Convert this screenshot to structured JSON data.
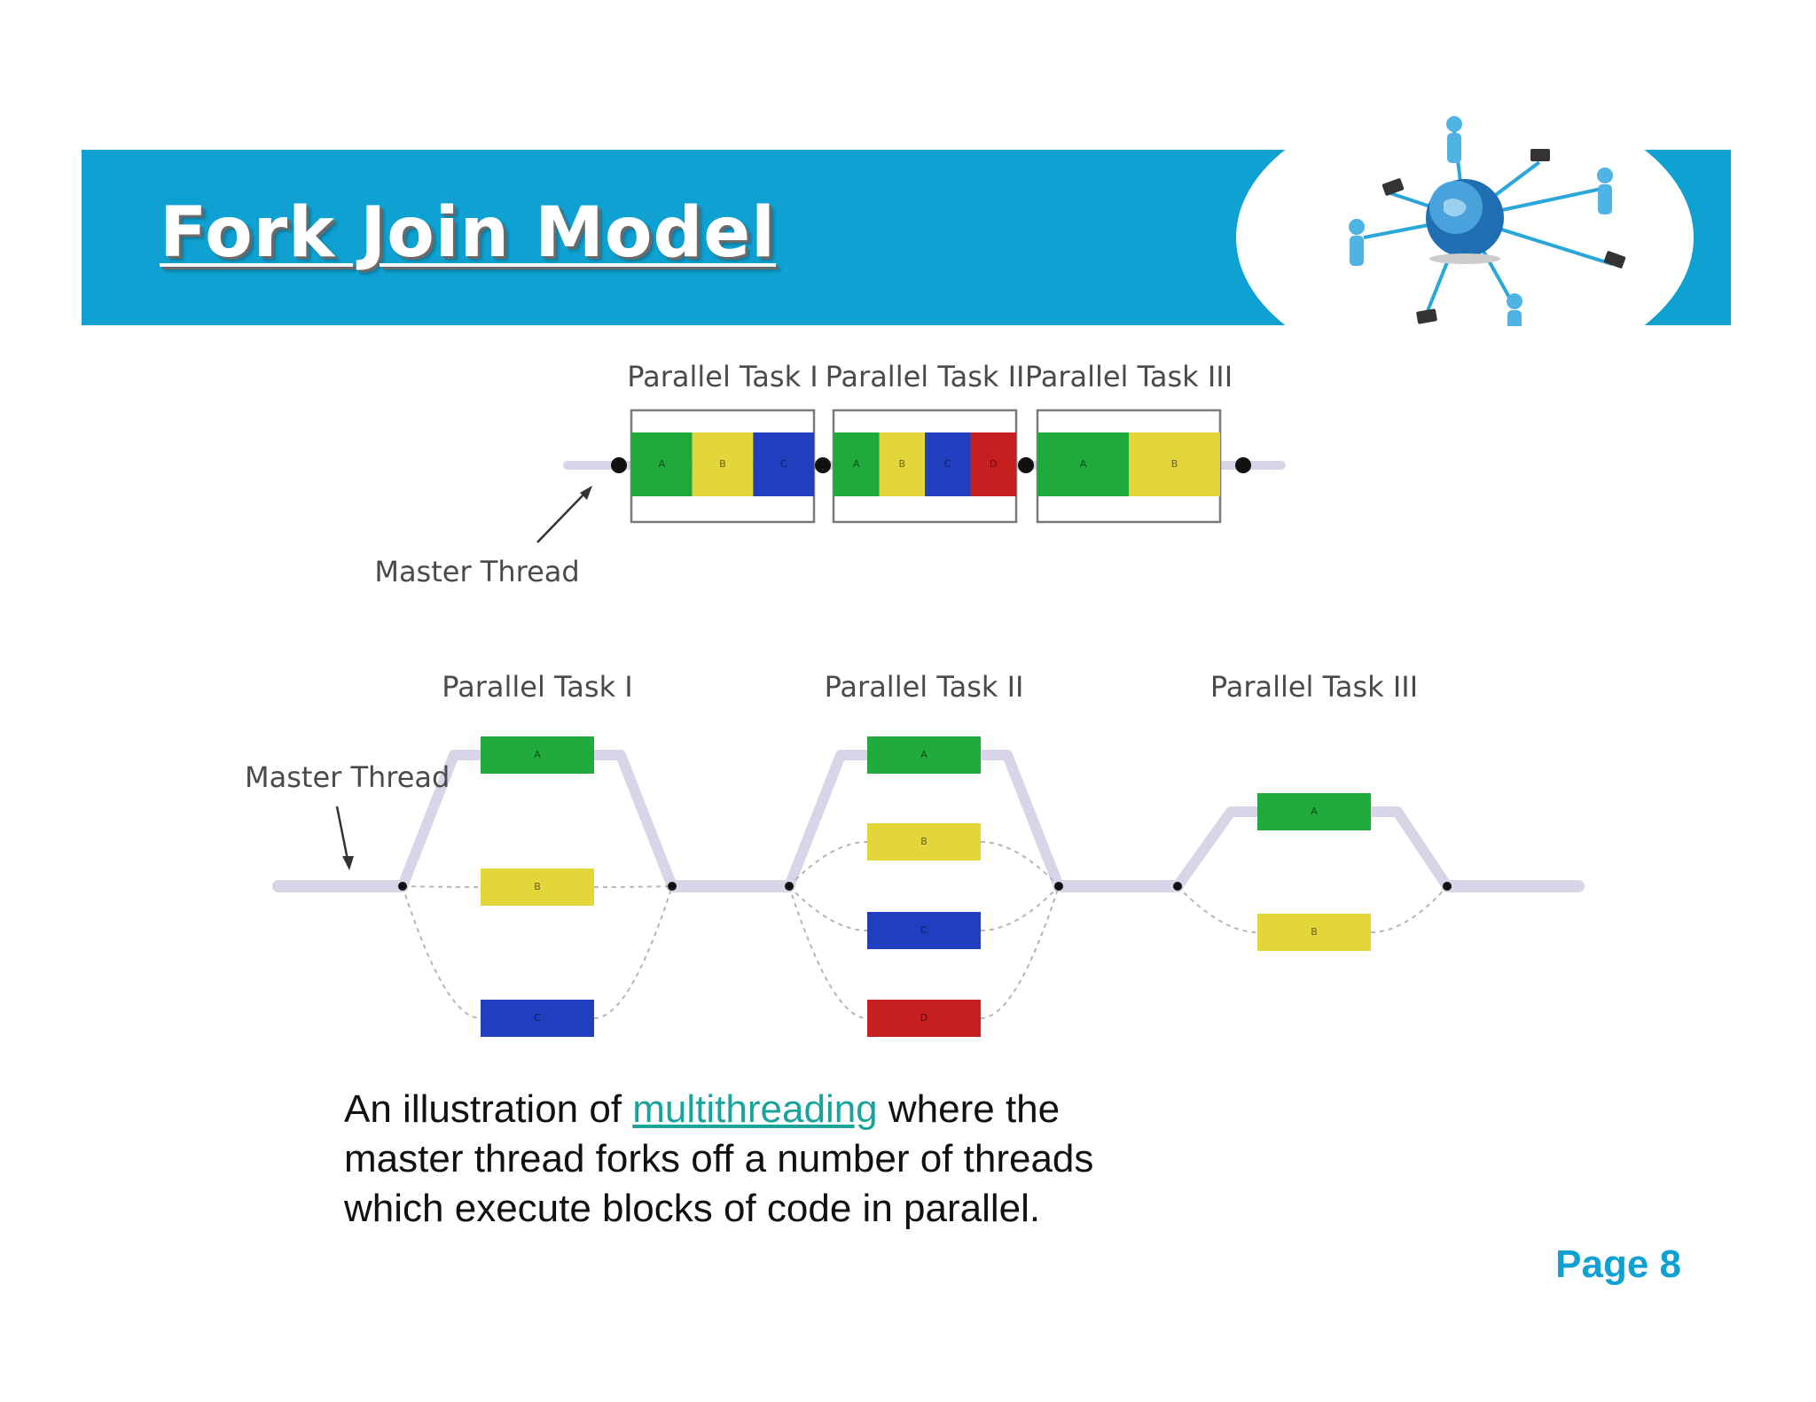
{
  "header": {
    "title": "Fork Join Model",
    "banner_color": "#0ea1d1",
    "graphic_icon": "network-globe-icon"
  },
  "diagram": {
    "colors": {
      "A": "#1faa3b",
      "B": "#e2d63a",
      "C": "#1f3fbf",
      "D": "#c61f1f",
      "thread": "#d6d6e8",
      "node": "#111111"
    },
    "sequential": {
      "master_label": "Master Thread",
      "tasks": [
        {
          "label": "Parallel Task I",
          "blocks": [
            "A",
            "B",
            "C"
          ]
        },
        {
          "label": "Parallel Task II",
          "blocks": [
            "A",
            "B",
            "C",
            "D"
          ]
        },
        {
          "label": "Parallel Task III",
          "blocks": [
            "A",
            "B"
          ]
        }
      ]
    },
    "forkjoin": {
      "master_label": "Master Thread",
      "tasks": [
        {
          "label": "Parallel Task I",
          "threads": [
            "A",
            "B",
            "C"
          ]
        },
        {
          "label": "Parallel Task II",
          "threads": [
            "A",
            "B",
            "C",
            "D"
          ]
        },
        {
          "label": "Parallel Task III",
          "threads": [
            "A",
            "B"
          ]
        }
      ]
    }
  },
  "caption": {
    "before": "An illustration of ",
    "link": "multithreading",
    "after": " where the master thread forks off a number of threads which execute blocks of code in parallel."
  },
  "footer": {
    "page": "Page 8"
  }
}
